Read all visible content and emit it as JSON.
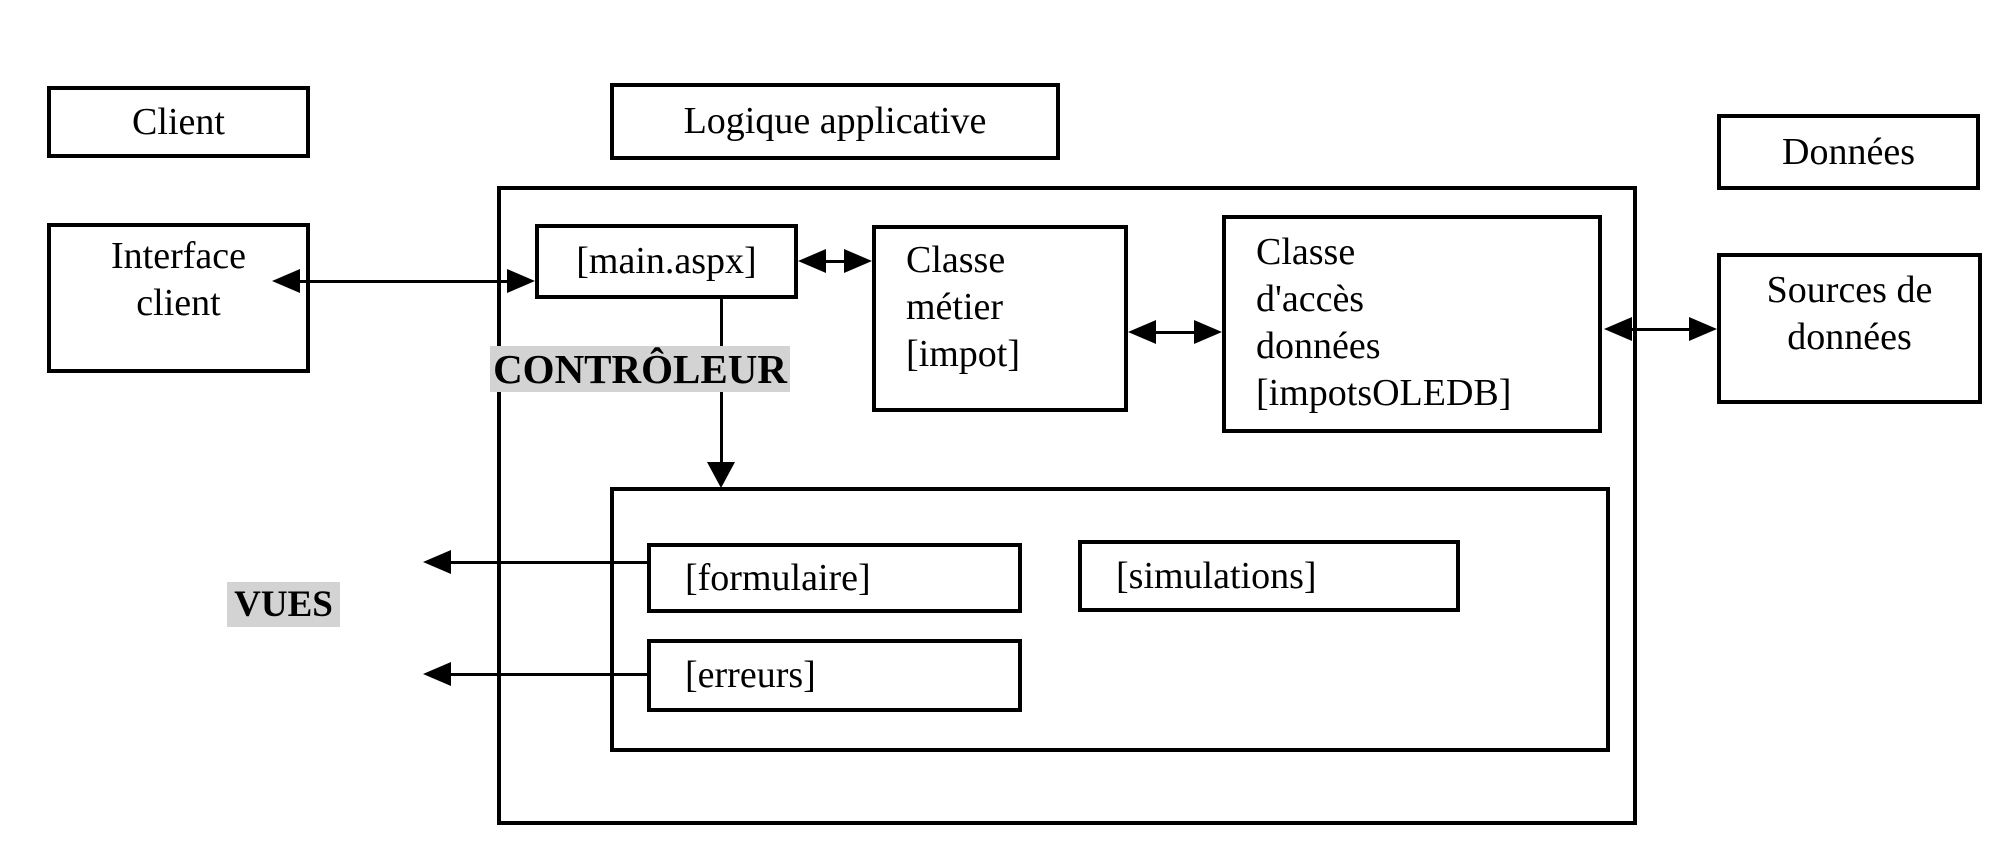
{
  "colors": {
    "stroke": "#000000",
    "highlight_bg": "#d3d3d3",
    "background": "#ffffff"
  },
  "tiers": {
    "client": "Client",
    "logic": "Logique applicative",
    "data": "Données"
  },
  "nodes": {
    "interface_client": "Interface\nclient",
    "main_aspx": "[main.aspx]",
    "classe_metier": "Classe\nmétier\n[impot]",
    "classe_acces": "Classe\nd'accès\ndonnées\n[impotsOLEDB]",
    "sources_donnees": "Sources de\ndonnées",
    "formulaire": "[formulaire]",
    "simulations": "[simulations]",
    "erreurs": "[erreurs]"
  },
  "annotations": {
    "controleur": "CONTRÔLEUR",
    "vues": "VUES"
  }
}
